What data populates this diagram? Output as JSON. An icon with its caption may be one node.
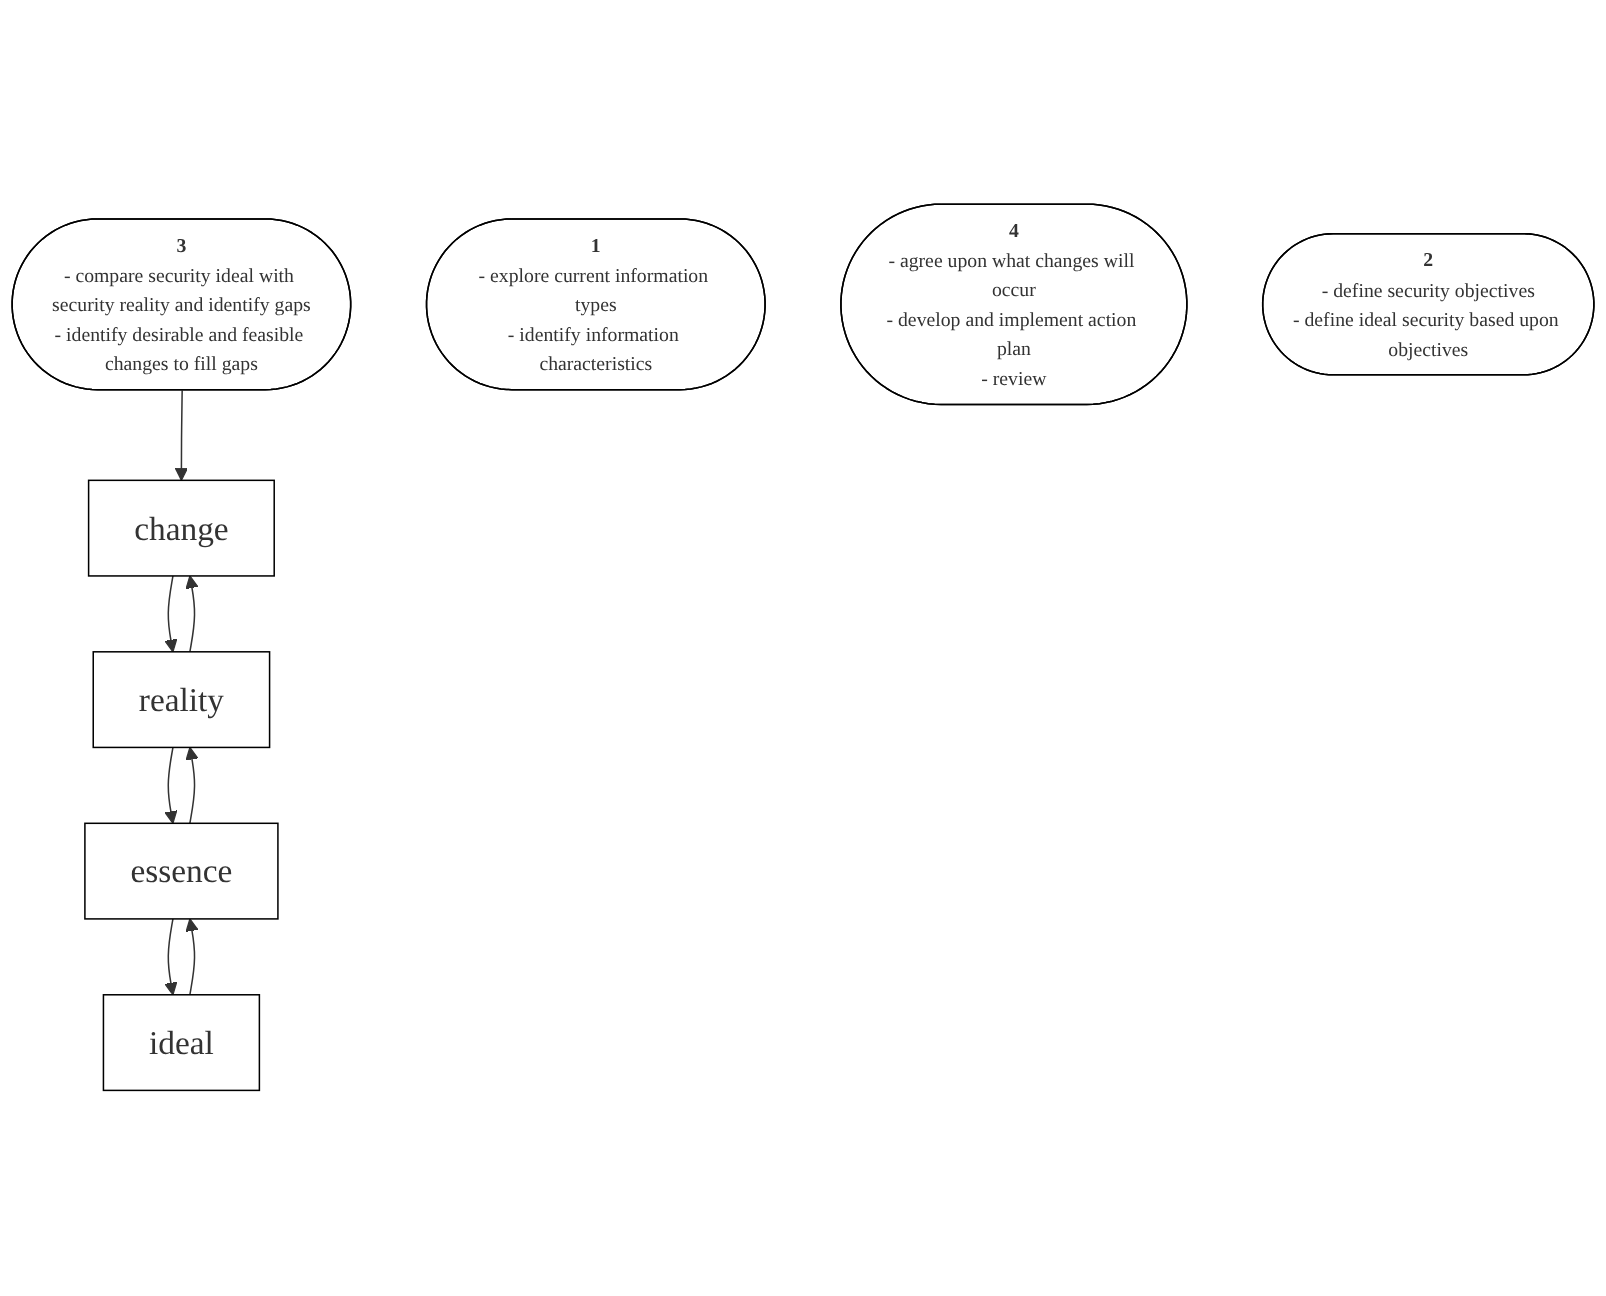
{
  "diagram": {
    "nodes": [
      {
        "text": [
          "reality"
        ]
      },
      {
        "text": [
          "1",
          "- explore current information types",
          "- identify information characteristics"
        ]
      },
      {
        "text": [
          "essence"
        ]
      },
      {
        "text": [
          "4",
          "- agree upon what changes will occur",
          "- develop and implement action plan",
          "- review"
        ]
      },
      {
        "text": [
          "3",
          "- compare security ideal with security reality and identify gaps",
          "- identify desirable and feasible changes to fill gaps"
        ]
      },
      {
        "text": [
          "2",
          "- define security objectives",
          "- define ideal security based upon objectives"
        ]
      },
      {
        "text": [
          "change"
        ]
      },
      {
        "text": [
          "ideal"
        ]
      }
    ],
    "edges": [
      {
        "from": 0,
        "to": 2,
        "arrow": "to"
      },
      {
        "from": 2,
        "to": 0,
        "arrow": "to"
      },
      {
        "from": 2,
        "to": 7,
        "arrow": "to"
      },
      {
        "from": 7,
        "to": 2,
        "arrow": "to"
      },
      {
        "from": 0,
        "to": 6,
        "arrow": "to"
      },
      {
        "from": 6,
        "to": 0,
        "arrow": "to"
      },
      {
        "from": 4,
        "to": 6,
        "arrow": "to"
      }
    ]
  }
}
